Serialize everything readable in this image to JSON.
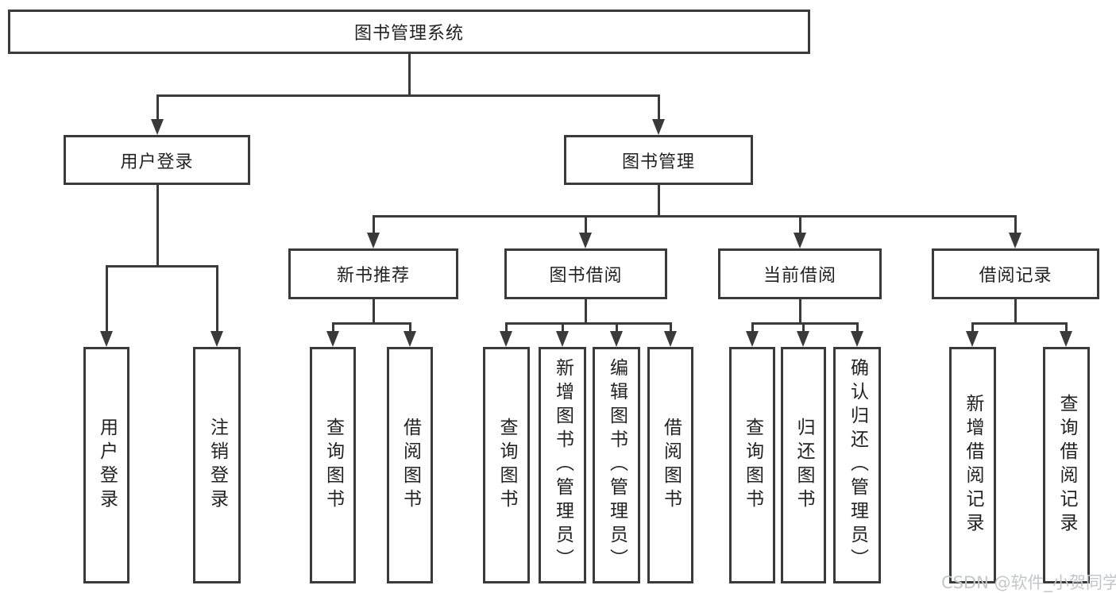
{
  "colors": {
    "line": "#3a3a3a",
    "text": "#222222",
    "watermark": "#c3c7ca",
    "background": "#ffffff"
  },
  "tree": {
    "label": "图书管理系统",
    "children": [
      {
        "label": "用户登录",
        "children": [
          {
            "label": "用户登录"
          },
          {
            "label": "注销登录"
          }
        ]
      },
      {
        "label": "图书管理",
        "children": [
          {
            "label": "新书推荐",
            "children": [
              {
                "label": "查询图书"
              },
              {
                "label": "借阅图书"
              }
            ]
          },
          {
            "label": "图书借阅",
            "children": [
              {
                "label": "查询图书"
              },
              {
                "label": "新增图书（管理员）"
              },
              {
                "label": "编辑图书（管理员）"
              },
              {
                "label": "借阅图书"
              }
            ]
          },
          {
            "label": "当前借阅",
            "children": [
              {
                "label": "查询图书"
              },
              {
                "label": "归还图书"
              },
              {
                "label": "确认归还（管理员）"
              }
            ]
          },
          {
            "label": "借阅记录",
            "children": [
              {
                "label": "新增借阅记录"
              },
              {
                "label": "查询借阅记录"
              }
            ]
          }
        ]
      }
    ]
  },
  "watermark": {
    "text": "CSDN @软件_小贺同学"
  }
}
